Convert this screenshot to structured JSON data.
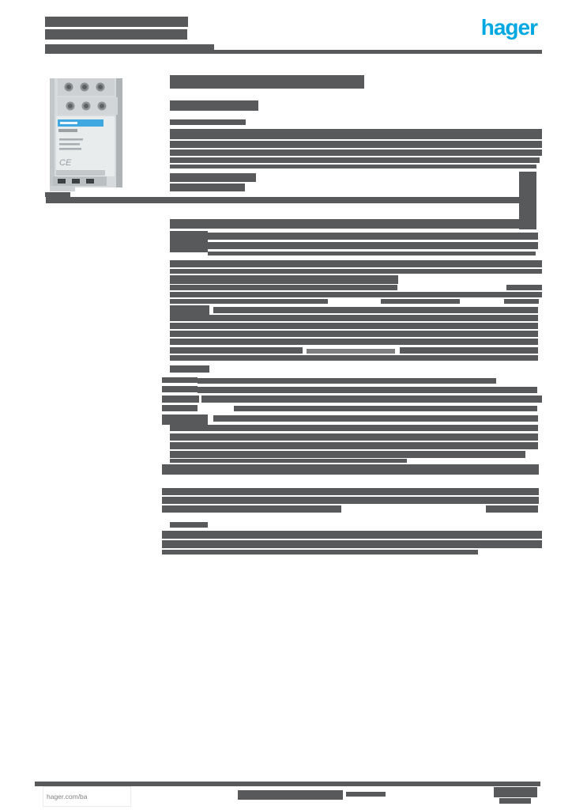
{
  "page": {
    "bar_color": "#58595b",
    "light_bar_color": "#7d7e80",
    "background": "#ffffff"
  },
  "header": {
    "logo_text": "hager",
    "logo_color": "#00a8e1",
    "title_bars": [
      [
        57,
        21,
        181,
        13
      ],
      [
        57,
        37,
        180,
        13
      ],
      [
        57,
        56,
        214,
        8
      ]
    ],
    "rule_bar": [
      [
        57,
        63,
        629,
        5
      ]
    ]
  },
  "product": {
    "caption_bars": [
      [
        57,
        243,
        32,
        6
      ]
    ],
    "label_band_color": "#3fa8e0",
    "ce_mark": "CE"
  },
  "content": {
    "bars": [
      [
        215,
        95,
        246,
        17
      ],
      [
        215,
        127,
        112,
        13
      ],
      [
        215,
        151,
        96,
        7
      ],
      [
        215,
        163,
        471,
        13
      ],
      [
        215,
        178,
        471,
        9
      ],
      [
        215,
        189,
        471,
        8
      ],
      [
        215,
        199,
        468,
        7
      ],
      [
        215,
        208,
        464,
        5
      ],
      [
        215,
        219,
        109,
        11
      ],
      [
        215,
        232,
        95,
        10
      ],
      [
        657,
        217,
        22,
        73
      ],
      [
        58,
        249,
        621,
        8
      ],
      [
        215,
        277,
        464,
        12
      ],
      [
        215,
        292,
        48,
        27
      ],
      [
        263,
        294,
        418,
        9
      ],
      [
        263,
        306,
        418,
        9
      ],
      [
        263,
        318,
        415,
        5
      ],
      [
        215,
        329,
        471,
        9
      ],
      [
        215,
        340,
        471,
        6
      ],
      [
        215,
        348,
        289,
        11
      ],
      [
        215,
        360,
        288,
        7
      ],
      [
        641,
        360,
        45,
        7
      ],
      [
        215,
        369,
        471,
        7
      ],
      [
        215,
        378,
        200,
        6
      ],
      [
        482,
        378,
        100,
        6
      ],
      [
        638,
        378,
        44,
        6
      ],
      [
        215,
        386,
        50,
        14
      ],
      [
        270,
        388,
        411,
        8
      ],
      [
        215,
        398,
        466,
        8
      ],
      [
        215,
        408,
        466,
        8
      ],
      [
        215,
        418,
        466,
        8
      ],
      [
        215,
        428,
        466,
        8
      ],
      [
        215,
        439,
        168,
        8
      ],
      [
        388,
        441,
        112,
        6,
        "light"
      ],
      [
        506,
        439,
        175,
        8
      ],
      [
        215,
        449,
        466,
        7
      ],
      [
        215,
        462,
        50,
        9
      ],
      [
        205,
        477,
        45,
        7
      ],
      [
        250,
        478,
        378,
        7
      ],
      [
        205,
        488,
        45,
        8
      ],
      [
        250,
        489,
        430,
        8
      ],
      [
        205,
        500,
        47,
        9
      ],
      [
        255,
        500,
        431,
        9
      ],
      [
        205,
        512,
        45,
        8
      ],
      [
        296,
        513,
        384,
        7
      ],
      [
        205,
        524,
        58,
        13
      ],
      [
        270,
        525,
        411,
        8
      ],
      [
        215,
        537,
        466,
        8
      ],
      [
        215,
        548,
        466,
        9
      ],
      [
        215,
        559,
        466,
        9
      ],
      [
        215,
        570,
        450,
        9
      ],
      [
        215,
        580,
        300,
        5
      ],
      [
        205,
        587,
        477,
        13
      ],
      [
        205,
        617,
        477,
        9
      ],
      [
        205,
        628,
        477,
        9
      ],
      [
        205,
        639,
        227,
        9
      ],
      [
        615,
        639,
        66,
        9
      ],
      [
        215,
        660,
        48,
        7
      ],
      [
        205,
        671,
        481,
        10
      ],
      [
        205,
        683,
        481,
        10
      ],
      [
        205,
        695,
        400,
        6
      ]
    ]
  },
  "footer": {
    "rule_bar": [
      [
        44,
        988,
        640,
        6
      ]
    ],
    "link_text": "hager.com/ba",
    "center_bars": [
      [
        301,
        999,
        133,
        12
      ],
      [
        438,
        1001,
        50,
        6
      ]
    ],
    "right_bars": [
      [
        625,
        995,
        55,
        13
      ],
      [
        632,
        1009,
        40,
        7
      ]
    ]
  }
}
